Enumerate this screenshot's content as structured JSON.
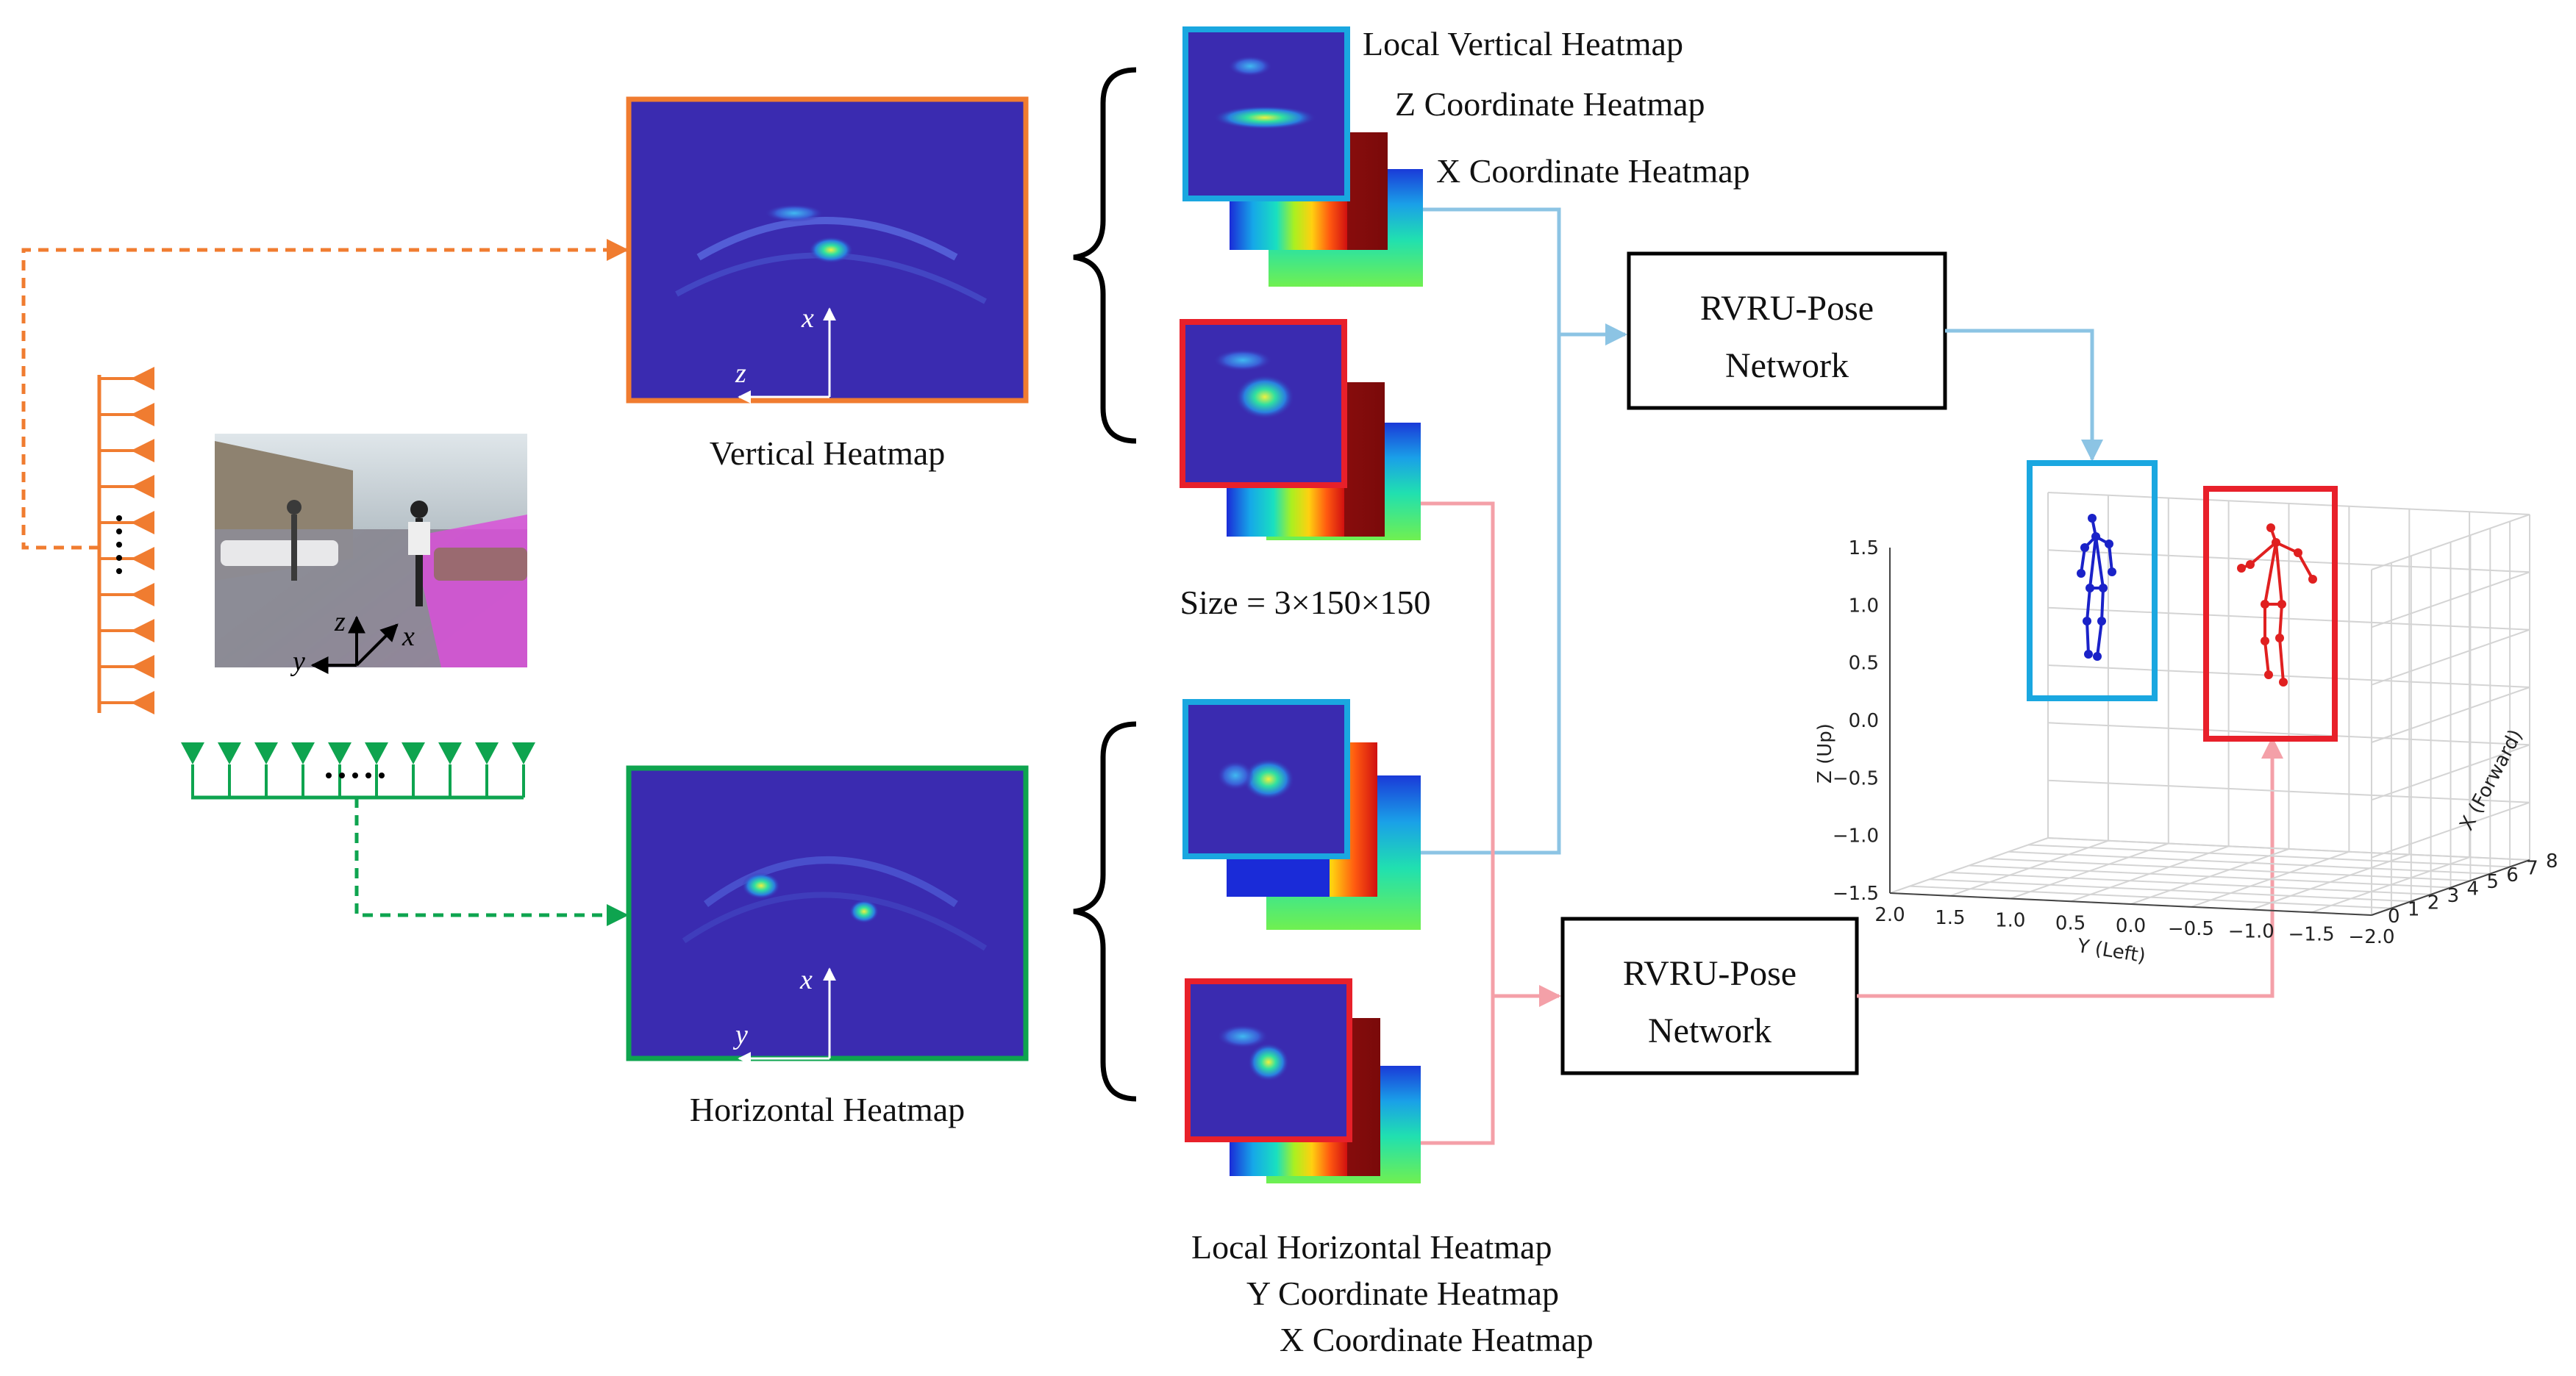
{
  "heatmaps": {
    "vertical": {
      "label": "Vertical Heatmap",
      "axis_up": "x",
      "axis_side": "z",
      "border_color": "#f07c30"
    },
    "horizontal": {
      "label": "Horizontal Heatmap",
      "axis_up": "x",
      "axis_side": "y",
      "border_color": "#0ea44f"
    }
  },
  "camera_axes": {
    "z": "z",
    "x": "x",
    "y": "y"
  },
  "stack_labels": {
    "top": [
      "Local Vertical Heatmap",
      "Z Coordinate Heatmap",
      "X Coordinate Heatmap"
    ],
    "size": "Size = 3×150×150",
    "bottom": [
      "Local Horizontal Heatmap",
      "Y Coordinate Heatmap",
      "X Coordinate Heatmap"
    ]
  },
  "networks": [
    {
      "line1": "RVRU-Pose",
      "line2": "Network"
    },
    {
      "line1": "RVRU-Pose",
      "line2": "Network"
    }
  ],
  "plot": {
    "z_label": "Z (Up)",
    "y_label": "Y (Left)",
    "x_label": "X (Forward)",
    "z_ticks": [
      "1.5",
      "1.0",
      "0.5",
      "0.0",
      "−0.5",
      "−1.0",
      "−1.5"
    ],
    "y_ticks": [
      "2.0",
      "1.5",
      "1.0",
      "0.5",
      "0.0",
      "−0.5",
      "−1.0",
      "−1.5",
      "−2.0"
    ],
    "x_ticks": [
      "0",
      "1",
      "2",
      "3",
      "4",
      "5",
      "6",
      "7",
      "8"
    ]
  },
  "colors": {
    "orange": "#f07c30",
    "green": "#0ea44f",
    "cyan": "#1aa7e0",
    "red": "#e8202a",
    "line_blue": "#8cc4e4",
    "line_pink": "#f4a0a8",
    "heat_bg": "#3a2bb0",
    "skeleton_blue": "#1a22c8",
    "skeleton_red": "#e02020"
  }
}
